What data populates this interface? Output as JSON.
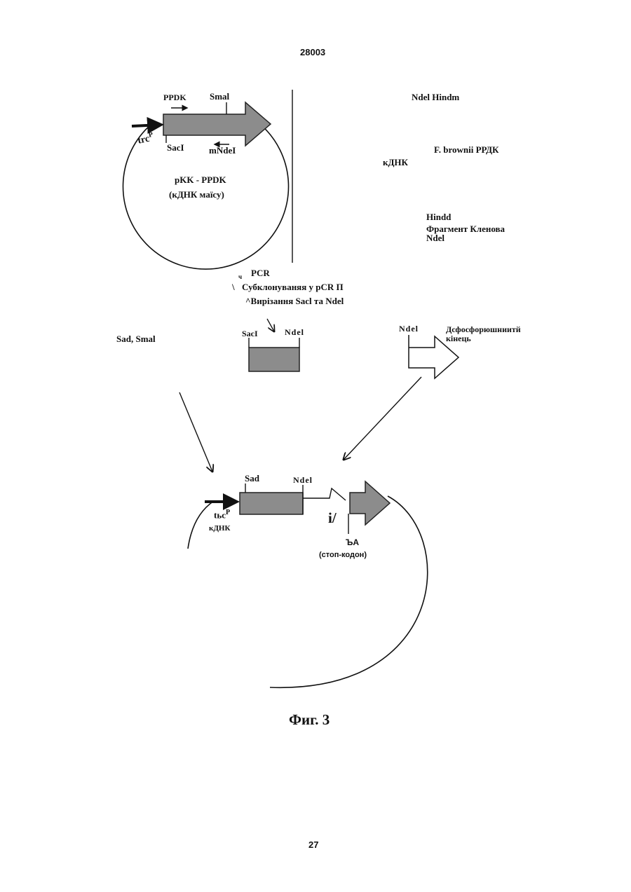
{
  "header": {
    "doc_number": "28003"
  },
  "footer": {
    "page_number": "27"
  },
  "caption": "Фиг. 3",
  "plasmid_top": {
    "name": "pKK - PPDK",
    "subtitle": "(кДНК маїсу)",
    "promoter": "trc",
    "promoter_sup": "P",
    "primer_forward": "PPDK",
    "site_smal": "Smal",
    "site_saci": "SacI",
    "site_mndel": "mNdeI"
  },
  "right_panel": {
    "sites_top": "Ndel Hindm",
    "source": "F. brownii РРДК",
    "cdna": "кДНК",
    "step_hindd": "Hindd",
    "step_klenow": "Фрагмент Кленова",
    "step_ndel": "Ndel"
  },
  "steps": {
    "mark": "ч",
    "pcr": "PCR",
    "slash": "\\",
    "subclone": "Субклонуваняя у pCR П",
    "excise": "^Вирізання Sacl та Ndel"
  },
  "middle": {
    "sad_smal": "Sad, Smal",
    "fragment_saci": "SacI",
    "fragment_ndel": "Ndel",
    "right_ndel": "Ndel",
    "dephos_line1": "Дсфосфорюшниитй",
    "dephos_line2": "кінець"
  },
  "bottom_plasmid": {
    "site_sad": "Sad",
    "site_ndel": "Ndel",
    "promoter": "tьc",
    "promoter_sup": "P",
    "cdna": "кДНК",
    "junction_mark": "i/",
    "codon": "ЪA",
    "stop_codon": "(стоп-кодон)"
  }
}
